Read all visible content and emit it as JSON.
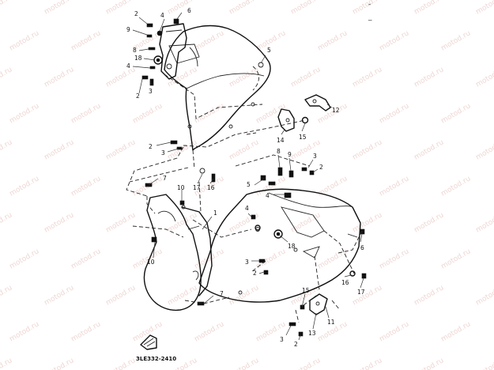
{
  "diagram_code": "3LE332-2410",
  "watermark_text": "motod.ru",
  "corner_marks": [
    "-",
    "_"
  ],
  "callouts": {
    "c1": "2",
    "c2": "4",
    "c3": "6",
    "c4": "9",
    "c5": "8",
    "c6": "18",
    "c7": "4",
    "c8": "3",
    "c9": "2",
    "c10": "5",
    "c11": "12",
    "c12": "15",
    "c13": "14",
    "c14": "2",
    "c15": "3",
    "c16": "8",
    "c17": "9",
    "c18": "3",
    "c19": "2",
    "c20": "17",
    "c21": "16",
    "c22": "7",
    "c23": "5",
    "c24": "4",
    "c25": "10",
    "c26": "1",
    "c27": "4",
    "c28": "18",
    "c29": "6",
    "c30": "10",
    "c31": "3",
    "c32": "2",
    "c33": "7",
    "c34": "16",
    "c35": "17",
    "c36": "15",
    "c37": "13",
    "c38": "11",
    "c39": "3",
    "c40": "2"
  },
  "colors": {
    "ink": "#111111",
    "paper": "#ffffff",
    "watermark": "#d9a59f"
  }
}
